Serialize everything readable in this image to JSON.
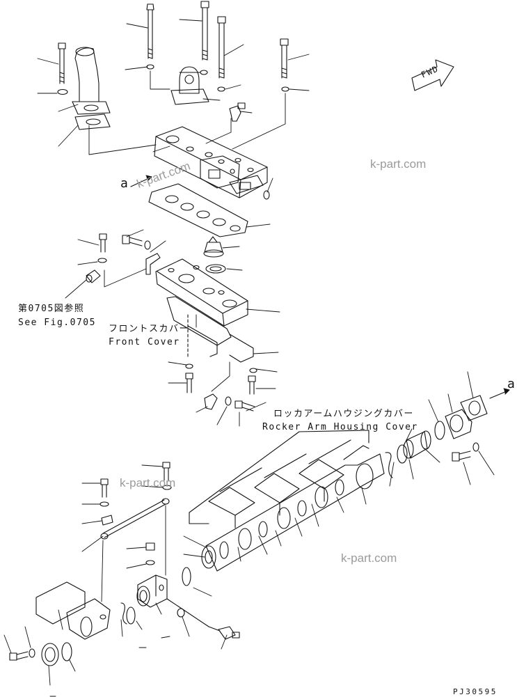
{
  "labels": {
    "see_fig_jp": "第0705図参照",
    "see_fig_en": "See Fig.0705",
    "front_cover_jp": "フロントスカバー",
    "front_cover_en": "Front Cover",
    "rocker_jp": "ロッカアームハウジングカバー",
    "rocker_en": "Rocker Arm Housing Cover",
    "fwd": "FWD",
    "ref_a_top": "a",
    "ref_a_right": "a",
    "drawing_code": "PJ30595"
  },
  "watermarks": [
    "k-part.com",
    "k-part.com",
    "k-part.com",
    "k-part.com"
  ],
  "colors": {
    "line": "#111111",
    "watermark": "#9a9a9a",
    "background": "#ffffff"
  }
}
